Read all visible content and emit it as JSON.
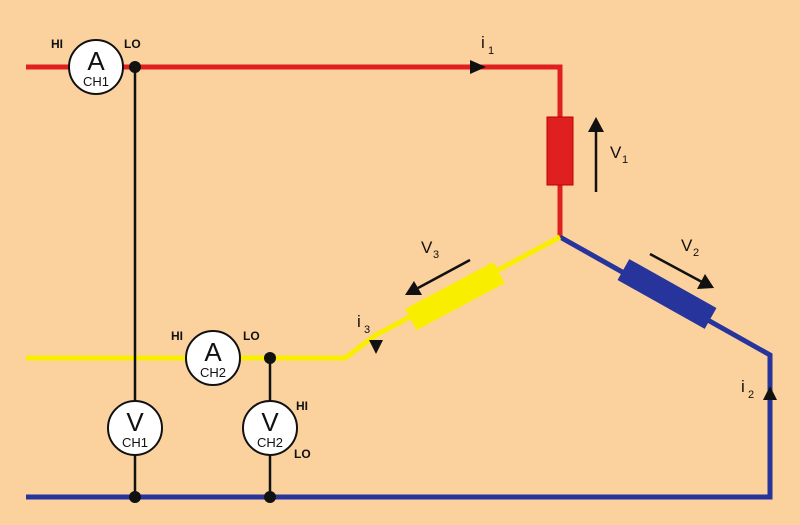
{
  "colors": {
    "background": "#fbd19e",
    "phase_1": "#e02020",
    "phase_2": "#26349c",
    "phase_3": "#f8ef00",
    "measurement": "#111111"
  },
  "meters": {
    "ammeter_ch1": {
      "symbol": "A",
      "channel": "CH1",
      "hi": "HI",
      "lo": "LO"
    },
    "ammeter_ch2": {
      "symbol": "A",
      "channel": "CH2",
      "hi": "HI",
      "lo": "LO"
    },
    "voltmeter_ch1": {
      "symbol": "V",
      "channel": "CH1"
    },
    "voltmeter_ch2": {
      "symbol": "V",
      "channel": "CH2",
      "hi": "HI",
      "lo": "LO"
    }
  },
  "currents": {
    "i1": {
      "main": "i",
      "sub": "1"
    },
    "i2": {
      "main": "i",
      "sub": "2"
    },
    "i3": {
      "main": "i",
      "sub": "3"
    }
  },
  "voltages": {
    "v1": {
      "main": "V",
      "sub": "1"
    },
    "v2": {
      "main": "V",
      "sub": "2"
    },
    "v3": {
      "main": "V",
      "sub": "3"
    }
  }
}
